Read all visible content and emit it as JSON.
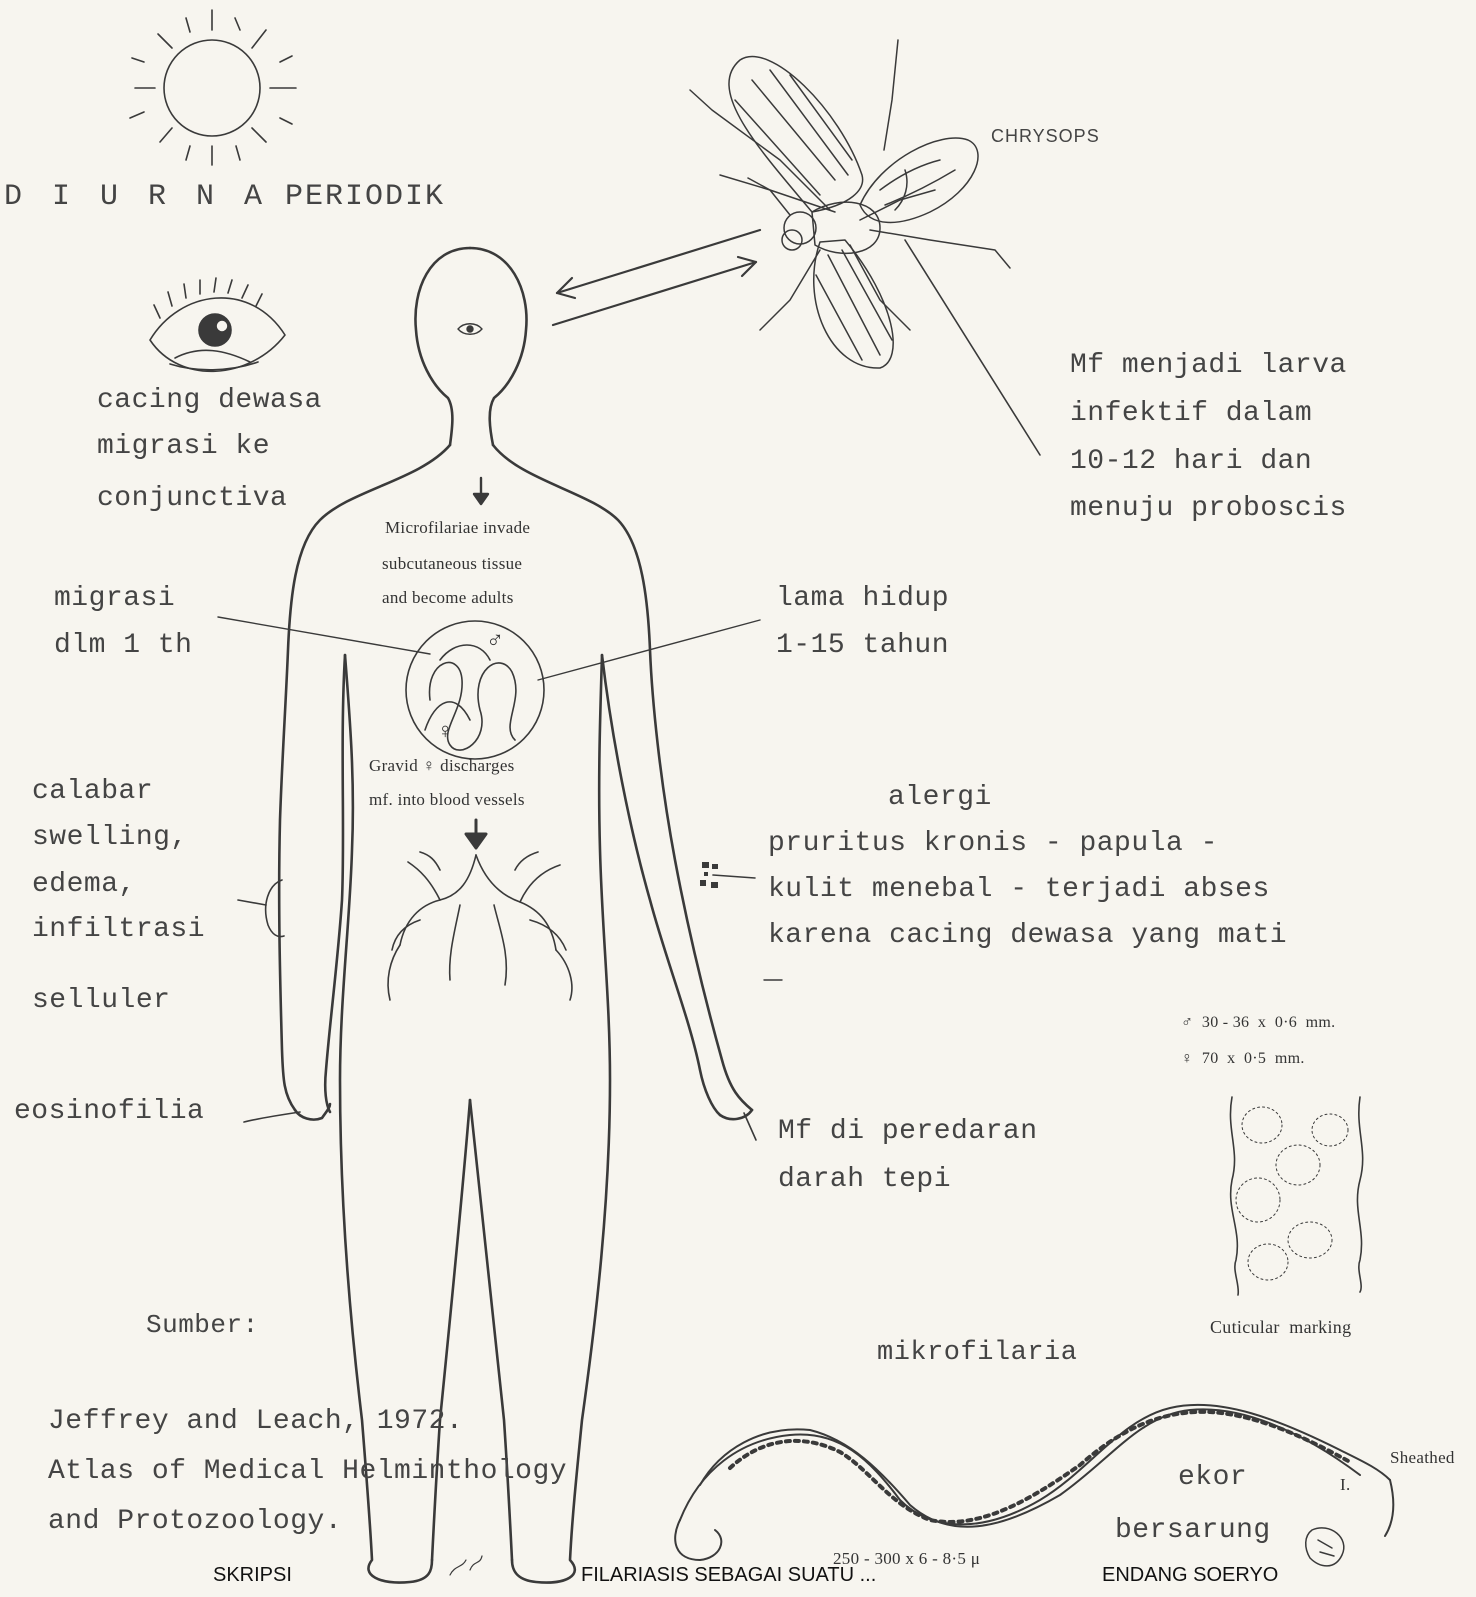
{
  "title": {
    "diurna": "D I U R N A",
    "periodik": "PERIODIK"
  },
  "vector_label": "CHRYSOPS",
  "eye_note": [
    "cacing dewasa",
    "migrasi ke",
    "conjunctiva"
  ],
  "mosquito_note": [
    "Mf menjadi larva",
    "infektif dalam",
    "10-12 hari dan",
    "menuju proboscis"
  ],
  "invade_note": [
    "Microfilariae invade",
    "subcutaneous tissue",
    "and become adults"
  ],
  "migrasi_note": [
    "migrasi",
    "dlm 1 th"
  ],
  "lifespan_note": [
    "lama hidup",
    "1-15 tahun"
  ],
  "male_symbol": "♂",
  "female_symbol": "♀",
  "gravid_note": [
    "Gravid ♀ discharges",
    "mf. into blood vessels"
  ],
  "calabar_note": [
    "calabar",
    "swelling,",
    "edema,",
    "infiltrasi",
    "selluler"
  ],
  "allergy_note": {
    "title": "alergi",
    "lines": [
      "pruritus kronis - papula -",
      "kulit menebal - terjadi abses",
      "karena cacing dewasa yang mati"
    ]
  },
  "eosinofilia": "eosinofilia",
  "mf_blood_note": [
    "Mf di peredaran",
    "darah tepi"
  ],
  "size_male": "♂  30 - 36  x  0·6  mm.",
  "size_female": "♀  70  x  0·5  mm.",
  "cuticular_label": "Cuticular  marking",
  "mikrofilaria_label": "mikrofilaria",
  "sheathed_label": "Sheathed",
  "roman_one": "I.",
  "ekor_note": [
    "ekor",
    "bersarung"
  ],
  "mf_size": "250 - 300 x 6 - 8·5 μ",
  "source": {
    "label": "Sumber:",
    "lines": [
      "Jeffrey and Leach, 1972.",
      "Atlas of Medical Helminthology",
      "and Protozoology."
    ]
  },
  "footer": {
    "left": "SKRIPSI",
    "center": "FILARIASIS SEBAGAI SUATU ...",
    "right": "ENDANG SOERYO"
  },
  "colors": {
    "ink": "#3a3a3a",
    "paper": "#f7f5ef",
    "footer_text": "#111111"
  }
}
